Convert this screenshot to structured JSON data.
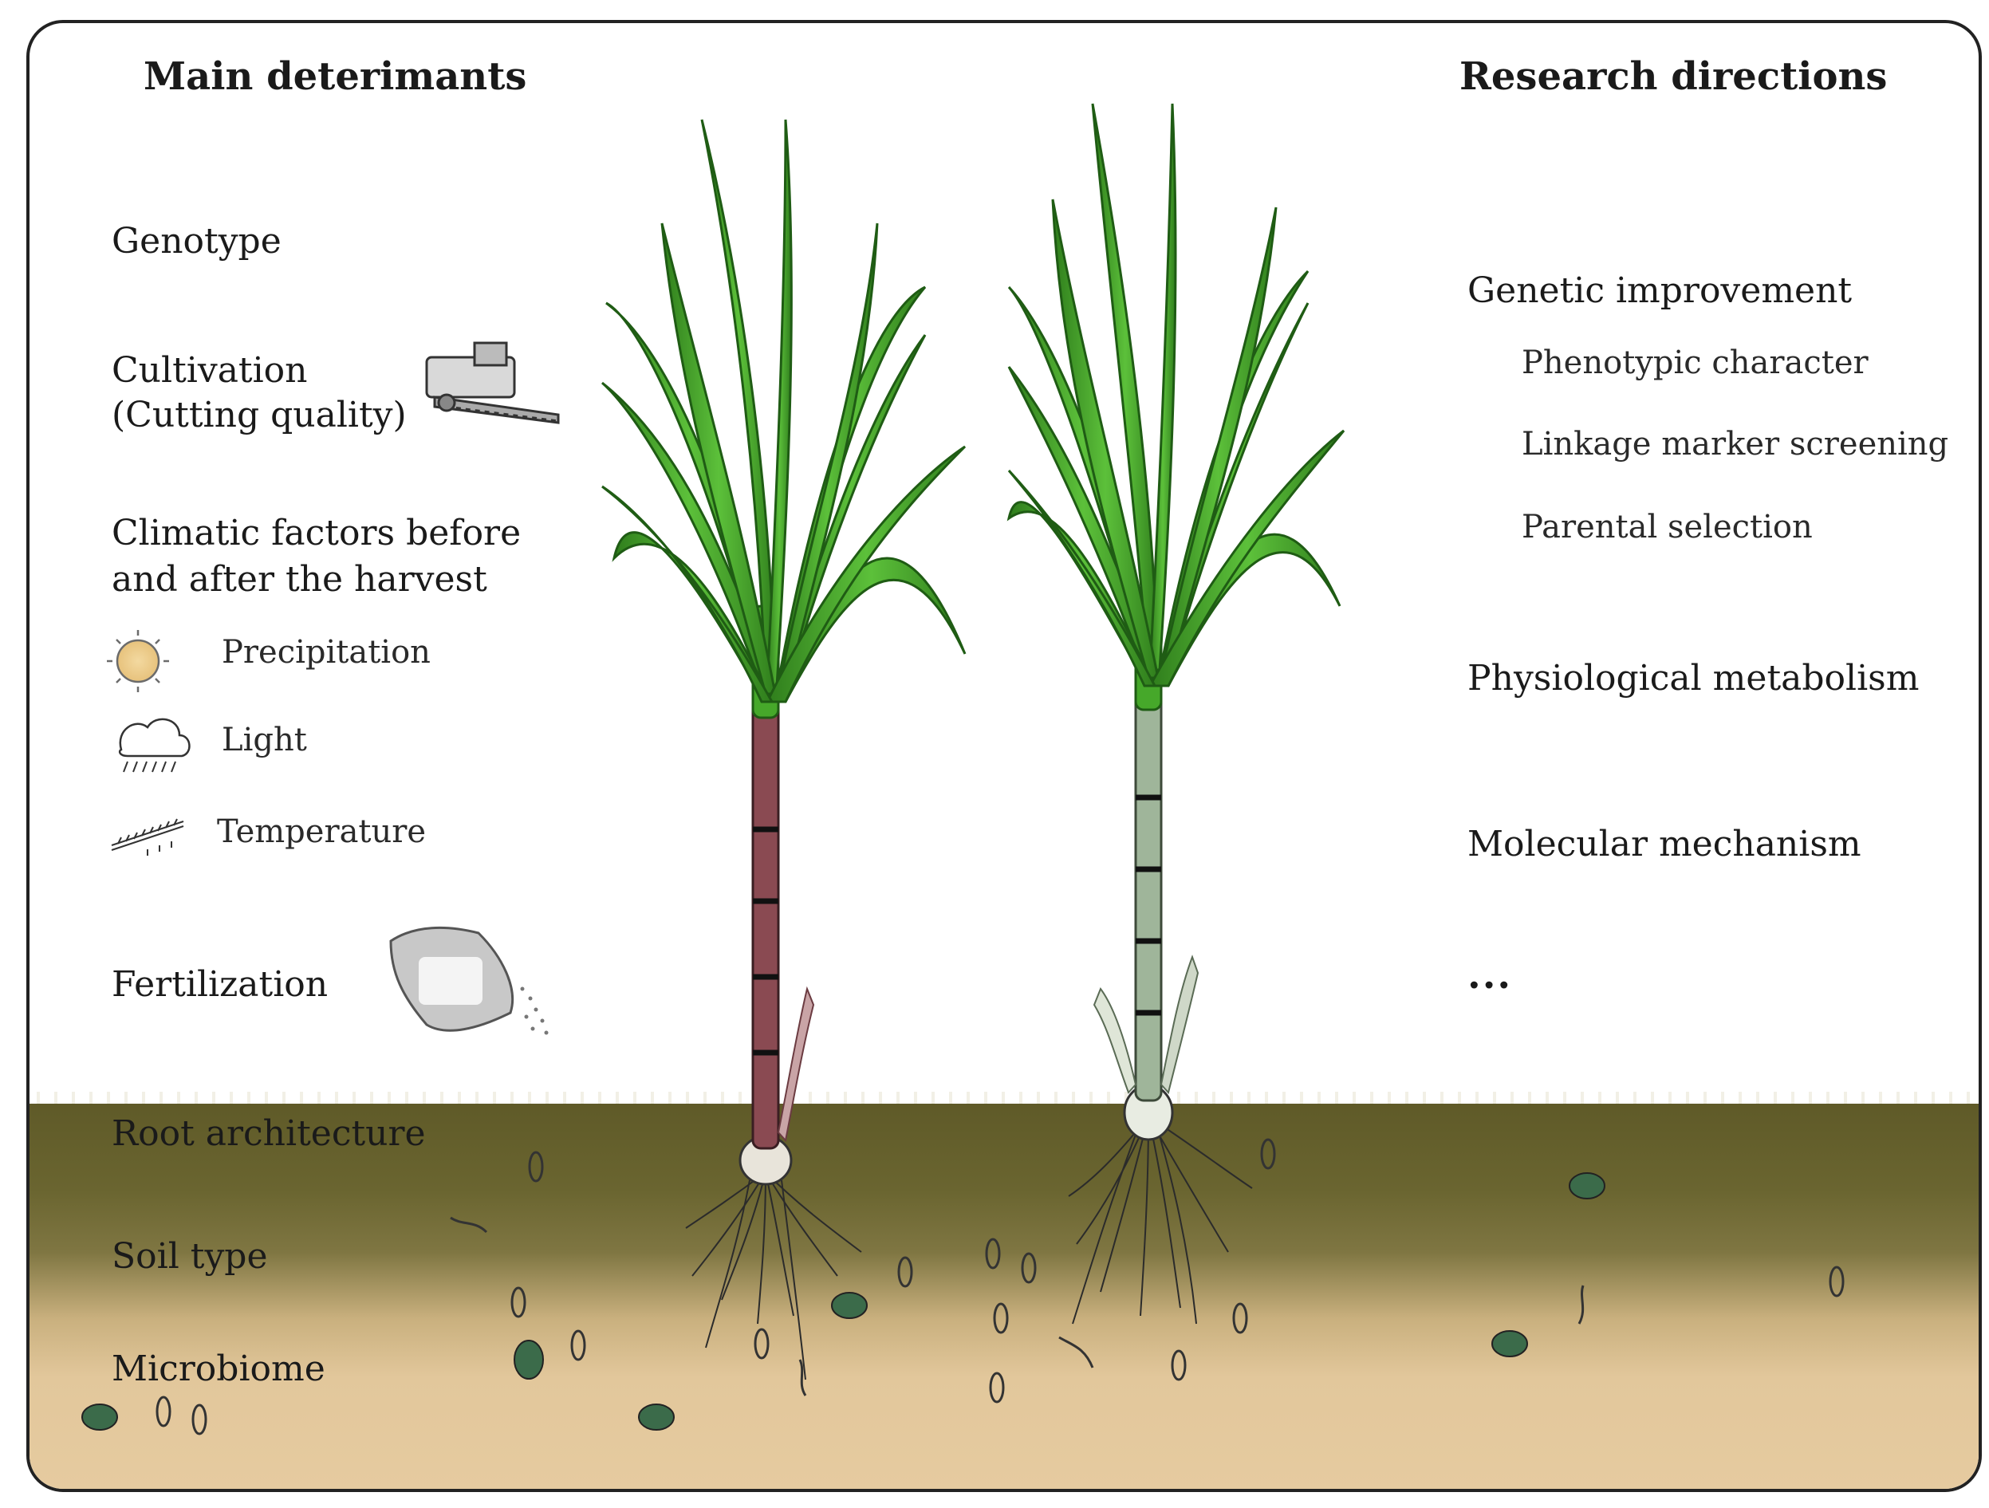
{
  "left": {
    "heading": "Main deterimants",
    "genotype": "Genotype",
    "cultivation_1": "Cultivation",
    "cultivation_2": "(Cutting quality)",
    "climatic_1": "Climatic factors before",
    "climatic_2": "and after the harvest",
    "precipitation": "Precipitation",
    "light": "Light",
    "temperature": "Temperature",
    "fertilization": "Fertilization",
    "root_architecture": "Root architecture",
    "soil_type": "Soil type",
    "microbiome": "Microbiome"
  },
  "right": {
    "heading": "Research directions",
    "genetic": "Genetic improvement",
    "phenotypic": "Phenotypic character",
    "linkage": "Linkage marker screening",
    "parental": "Parental selection",
    "physiological": "Physiological metabolism",
    "molecular": "Molecular mechanism",
    "ellipsis": "..."
  },
  "colors": {
    "leaf": "#46a82a",
    "leaf_dark": "#1f5c14",
    "stalk_red": "#8a4a52",
    "stalk_green": "#9fb59a",
    "soil_dark": "#5f5a28",
    "soil_light": "#e6cba0"
  },
  "icons": {
    "harvester": "harvester-icon",
    "sun": "sun-icon",
    "rain_cloud": "rain-cloud-icon",
    "thermometer": "thermometer-icon",
    "fertilizer_bag": "fertilizer-bag-icon"
  }
}
